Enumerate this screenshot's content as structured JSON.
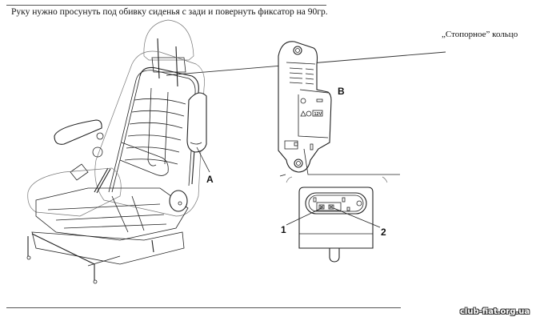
{
  "caption": "Руку нужно просунуть под обивку сиденья с зади  и повернуть фиксатор на 90гр.",
  "callout_label": "„Стопорное” кольцо",
  "labels": {
    "seat_part": "A",
    "module_part": "B",
    "pin_1": "1",
    "pin_2": "2",
    "voltage_mark": "12V"
  },
  "watermark": "club-fiat.org.ua",
  "colors": {
    "background": "#ffffff",
    "lines": "#222222",
    "rules": "#555555"
  }
}
